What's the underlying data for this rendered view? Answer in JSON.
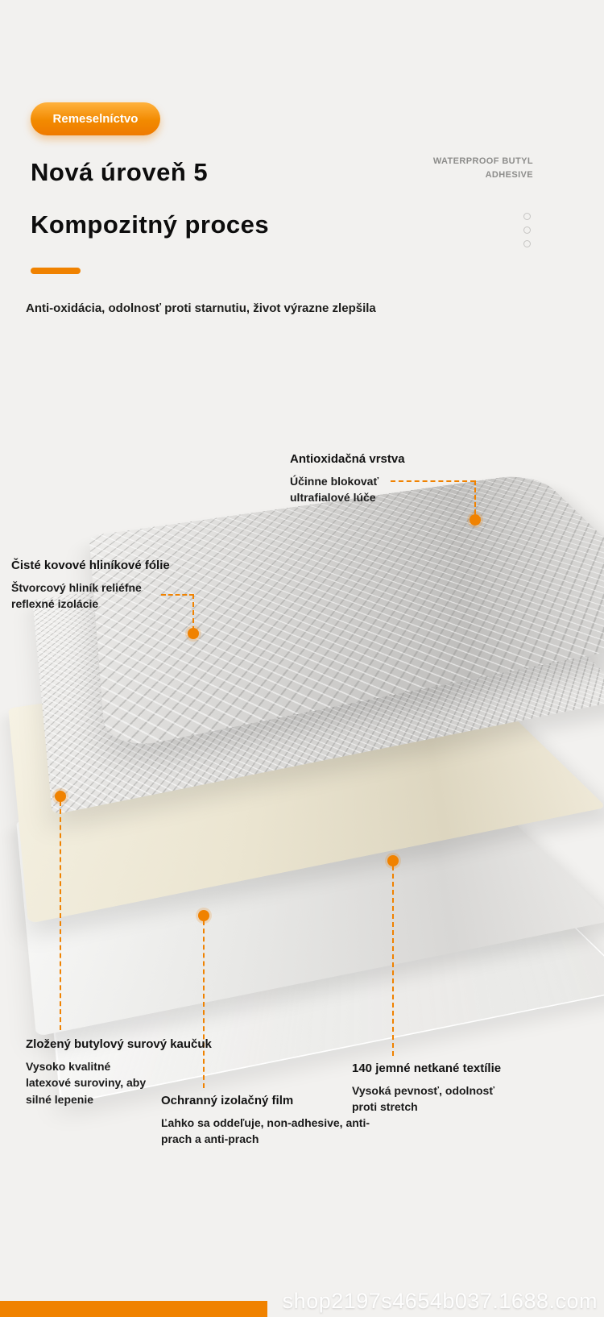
{
  "colors": {
    "accent": "#f08200",
    "background": "#f2f1ef",
    "badge_gradient_top": "#ffb23e",
    "badge_gradient_bottom": "#ef7a00",
    "text_dark": "#0d0d0d",
    "text_gray": "#8d8d8b"
  },
  "header": {
    "badge_label": "Remeselníctvo",
    "title_line1": "Nová úroveň 5",
    "title_line2": "Kompozitný proces",
    "corner_label": "WATERPROOF BUTYL\nADHESIVE",
    "subtitle": "Anti-oxidácia, odolnosť proti starnutiu, život výrazne zlepšila"
  },
  "decor_icons": [
    "ring-icon",
    "ring-icon",
    "ring-icon"
  ],
  "layers": {
    "top_foil": "antioxidant embossed aluminium foil",
    "mesh_foil": "square embossed reflective aluminium",
    "cream_layer": "non-woven fabric layer",
    "white_layer": "butyl rubber layer",
    "film_layer": "protective release film"
  },
  "callouts": [
    {
      "title": "Antioxidačná vrstva",
      "desc": "Účinne blokovať\nultrafialové lúče"
    },
    {
      "title": "Čisté kovové hliníkové fólie",
      "desc": "Štvorcový hliník reliéfne\nreflexné izolácie"
    },
    {
      "title": "Zložený butylový surový kaučuk",
      "desc": "Vysoko kvalitné\nlatexové suroviny, aby\nsilné lepenie"
    },
    {
      "title": "Ochranný izolačný film",
      "desc": "Ľahko sa oddeľuje, non-adhesive, anti-\nprach a anti-prach"
    },
    {
      "title": "140 jemné netkané textílie",
      "desc": "Vysoká pevnosť, odolnosť\nproti stretch"
    }
  ],
  "footer": {
    "watermark": "shop2197s4654b037.1688.com"
  }
}
